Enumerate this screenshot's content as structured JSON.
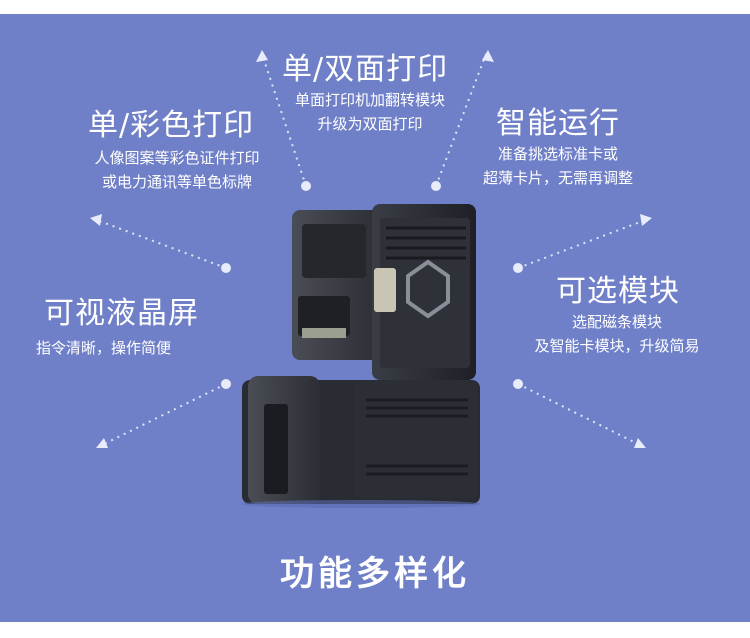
{
  "features": {
    "duplex": {
      "title": "单/双面打印",
      "desc": [
        "单面打印机加翻转模块",
        "升级为双面打印"
      ]
    },
    "color": {
      "title": "单/彩色打印",
      "desc": [
        "人像图案等彩色证件打印",
        "或电力通讯等单色标牌"
      ]
    },
    "smart": {
      "title": "智能运行",
      "desc": [
        "准备挑选标准卡或",
        "超薄卡片，无需再调整"
      ]
    },
    "screen": {
      "title": "可视液晶屏",
      "desc": [
        "指令清晰，操作简便"
      ]
    },
    "module": {
      "title": "可选模块",
      "desc": [
        "选配磁条模块",
        "及智能卡模块，升级简易"
      ]
    }
  },
  "footer": {
    "label": "功能多样化"
  },
  "colors": {
    "background": "#6f80c8",
    "text": "#ffffff",
    "printer_dark": "#2a2c33"
  },
  "icons": [
    "printer-image",
    "callout-dot",
    "arrow-icon"
  ]
}
